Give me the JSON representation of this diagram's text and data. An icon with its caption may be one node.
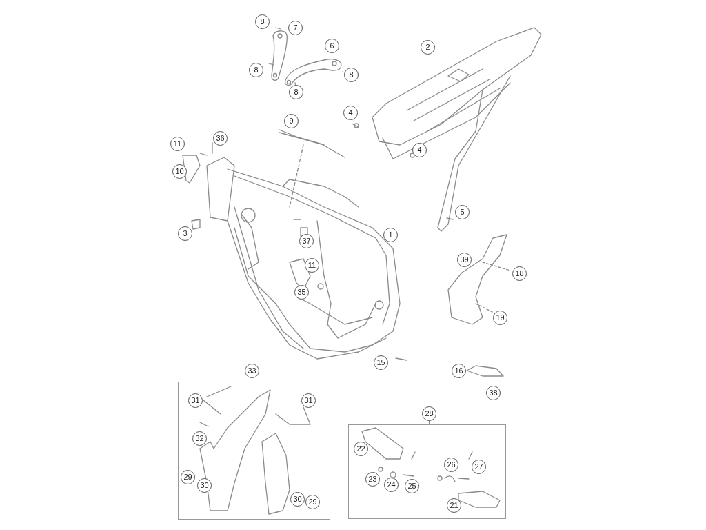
{
  "diagram": {
    "nodes": [
      {
        "text": [
          "8"
        ]
      },
      {
        "text": [
          "7"
        ]
      },
      {
        "text": [
          "6"
        ]
      },
      {
        "text": [
          "2"
        ]
      },
      {
        "text": [
          "8"
        ]
      },
      {
        "text": [
          "8"
        ]
      },
      {
        "text": [
          "8"
        ]
      },
      {
        "text": [
          "9"
        ]
      },
      {
        "text": [
          "4"
        ]
      },
      {
        "text": [
          "11"
        ]
      },
      {
        "text": [
          "36"
        ]
      },
      {
        "text": [
          "4"
        ]
      },
      {
        "text": [
          "10"
        ]
      },
      {
        "text": [
          "5"
        ]
      },
      {
        "text": [
          "3"
        ]
      },
      {
        "text": [
          "1"
        ]
      },
      {
        "text": [
          "37"
        ]
      },
      {
        "text": [
          "39"
        ]
      },
      {
        "text": [
          "11"
        ]
      },
      {
        "text": [
          "18"
        ]
      },
      {
        "text": [
          "35"
        ]
      },
      {
        "text": [
          "19"
        ]
      },
      {
        "text": [
          "15"
        ]
      },
      {
        "text": [
          "16"
        ]
      },
      {
        "text": [
          "38"
        ]
      },
      {
        "text": [
          "33"
        ]
      },
      {
        "text": [],
        "shape": "box"
      },
      {
        "text": [
          "31"
        ],
        "in": 26
      },
      {
        "text": [
          "31"
        ],
        "in": 26
      },
      {
        "text": [
          "32"
        ],
        "in": 26
      },
      {
        "text": [
          "29"
        ],
        "in": 26
      },
      {
        "text": [
          "30"
        ],
        "in": 26
      },
      {
        "text": [
          "30"
        ],
        "in": 26
      },
      {
        "text": [
          "29"
        ],
        "in": 26
      },
      {
        "text": [
          "28"
        ]
      },
      {
        "text": [],
        "shape": "box"
      },
      {
        "text": [
          "22"
        ],
        "in": 35
      },
      {
        "text": [
          "26"
        ],
        "in": 35
      },
      {
        "text": [
          "27"
        ],
        "in": 35
      },
      {
        "text": [
          "23"
        ],
        "in": 35
      },
      {
        "text": [
          "24"
        ],
        "in": 35
      },
      {
        "text": [
          "25"
        ],
        "in": 35
      },
      {
        "text": [
          "21"
        ],
        "in": 35
      }
    ],
    "edges": [
      {
        "from": 25,
        "to": 26,
        "arrow": "none"
      },
      {
        "from": 34,
        "to": 35,
        "arrow": "none"
      }
    ]
  }
}
